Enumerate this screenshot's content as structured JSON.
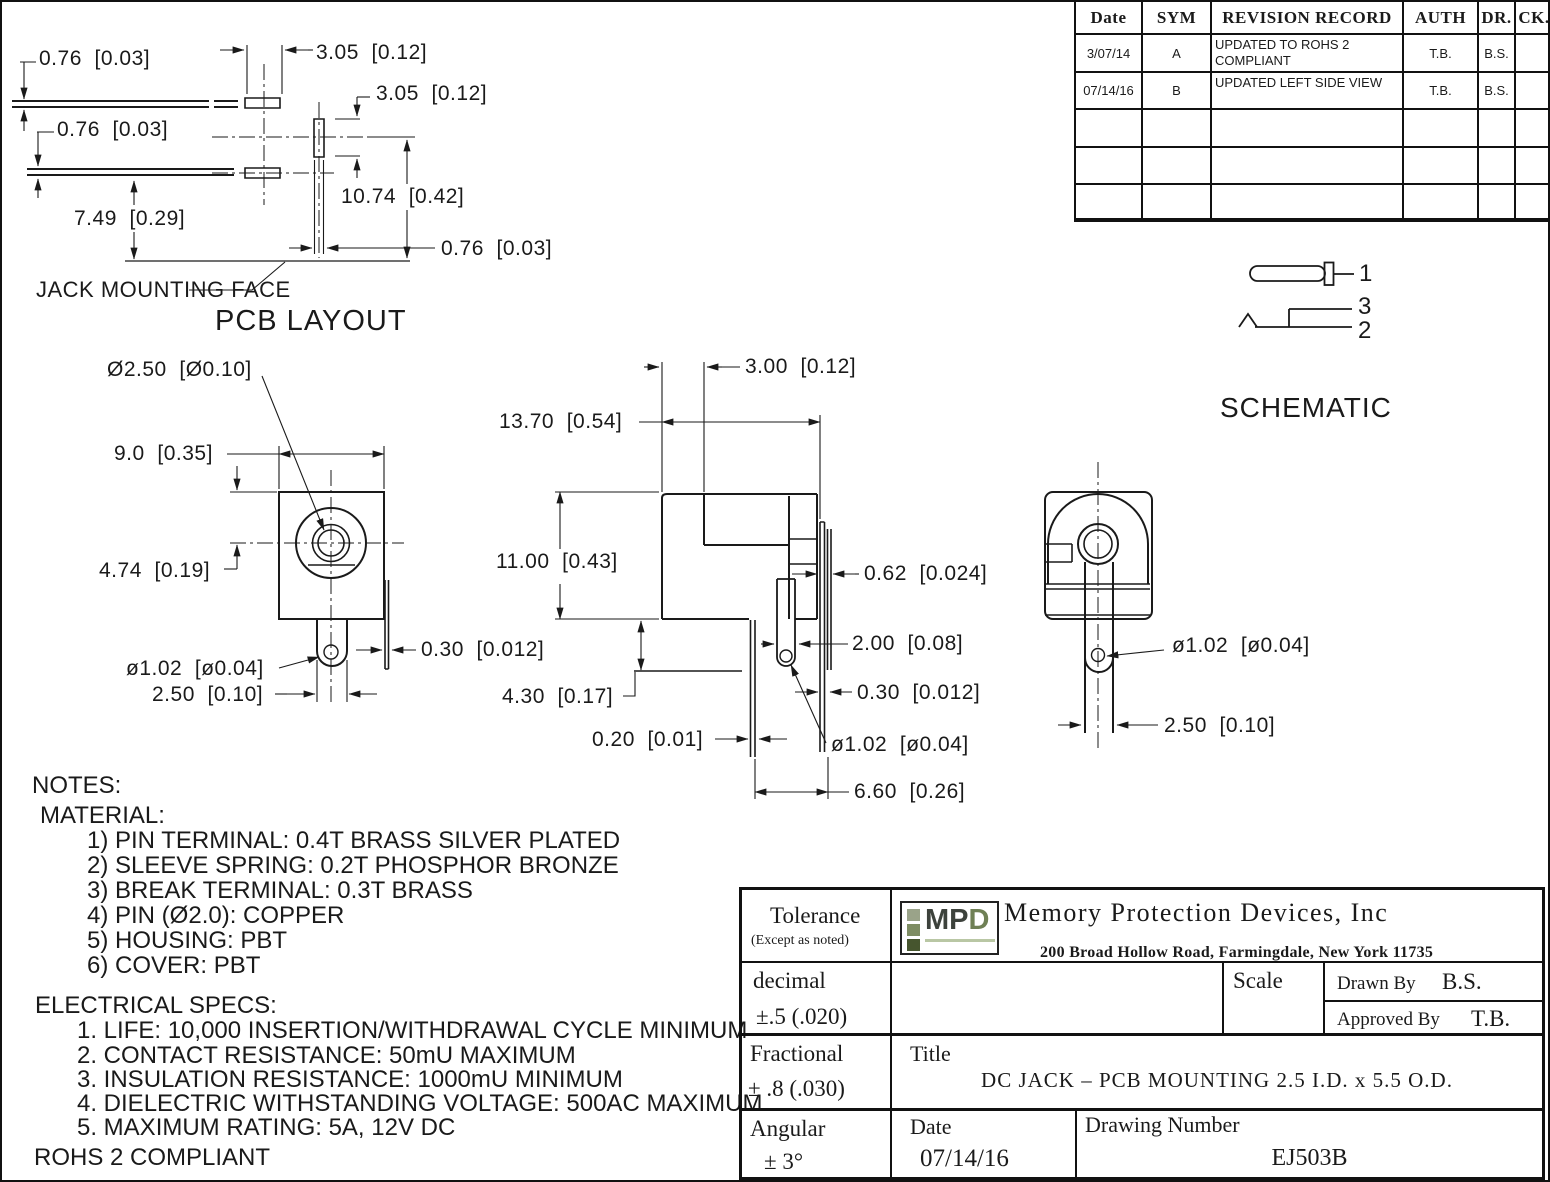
{
  "pcb_layout": {
    "title": "PCB LAYOUT",
    "jack_mounting_face_label": "JACK MOUNTING FACE",
    "dims": {
      "trace_width_top": "0.76  [0.03]",
      "pad_length_top": "3.05  [0.12]",
      "slot_height": "3.05  [0.12]",
      "trace_width_bottom": "0.76  [0.03]",
      "face_to_center": "10.74  [0.42]",
      "face_to_trace": "7.49  [0.29]",
      "slot_width": "0.76  [0.03]"
    }
  },
  "front_view": {
    "dims": {
      "barrel_dia": "Ø2.50  [Ø0.10]",
      "body_width": "9.0  [0.35]",
      "center_height": "4.74  [0.19]",
      "pin_hole_dia": "ø1.02  [ø0.04]",
      "pin_width": "2.50  [0.10]",
      "plate_thickness": "0.30  [0.012]"
    }
  },
  "side_view": {
    "dims": {
      "tab_width": "3.00  [0.12]",
      "overall_depth": "13.70  [0.54]",
      "body_height": "11.00  [0.43]",
      "flange_thickness": "0.62  [0.024]",
      "pin_width": "2.00  [0.08]",
      "terminal_thickness": "0.30  [0.012]",
      "pin_standoff": "4.30  [0.17]",
      "break_terminal_thickness": "0.20  [0.01]",
      "pin_hole_dia": "ø1.02  [ø0.04]",
      "pin_pitch": "6.60  [0.26]"
    }
  },
  "left_view": {
    "dims": {
      "pin_hole_dia": "ø1.02  [ø0.04]",
      "pin_width": "2.50  [0.10]"
    }
  },
  "schematic": {
    "title": "SCHEMATIC",
    "pin1_label": "1",
    "pin2_label": "2",
    "pin3_label": "3"
  },
  "revision_table": {
    "headers": [
      "Date",
      "SYM",
      "REVISION RECORD",
      "AUTH",
      "DR.",
      "CK."
    ],
    "rows": [
      {
        "date": "3/07/14",
        "sym": "A",
        "record": "UPDATED TO ROHS 2 COMPLIANT",
        "auth": "T.B.",
        "dr": "B.S.",
        "ck": ""
      },
      {
        "date": "07/14/16",
        "sym": "B",
        "record": "UPDATED LEFT SIDE VIEW",
        "auth": "T.B.",
        "dr": "B.S.",
        "ck": ""
      }
    ],
    "empty_row_count": 3
  },
  "notes": {
    "heading": "NOTES:",
    "material_heading": "MATERIAL:",
    "material_items": [
      "1) PIN TERMINAL: 0.4T BRASS SILVER PLATED",
      "2) SLEEVE SPRING: 0.2T PHOSPHOR BRONZE",
      "3) BREAK TERMINAL: 0.3T BRASS",
      "4) PIN (Ø2.0): COPPER",
      "5) HOUSING: PBT",
      "6) COVER: PBT"
    ],
    "electrical_heading": "ELECTRICAL SPECS:",
    "electrical_items": [
      "1. LIFE: 10,000 INSERTION/WITHDRAWAL CYCLE MINIMUM",
      "2. CONTACT RESISTANCE: 50mU MAXIMUM",
      "3. INSULATION RESISTANCE: 1000mU MINIMUM",
      "4. DIELECTRIC WITHSTANDING VOLTAGE: 500AC MAXIMUM",
      "5. MAXIMUM RATING: 5A, 12V DC"
    ],
    "rohs": "ROHS 2 COMPLIANT"
  },
  "title_block": {
    "tolerance_label": "Tolerance",
    "tolerance_note": "(Except as noted)",
    "decimal_label": "decimal",
    "decimal_value": "±.5 (.020)",
    "fractional_label": "Fractional",
    "fractional_value": "± .8 (.030)",
    "angular_label": "Angular",
    "angular_value": "± 3°",
    "scale_label": "Scale",
    "drawn_by_label": "Drawn By",
    "drawn_by": "B.S.",
    "approved_by_label": "Approved By",
    "approved_by": "T.B.",
    "title_label": "Title",
    "title": "DC JACK – PCB MOUNTING 2.5 I.D. x 5.5 O.D.",
    "date_label": "Date",
    "date": "07/14/16",
    "drawing_number_label": "Drawing Number",
    "drawing_number": "EJ503B",
    "company": "Memory Protection Devices, Inc",
    "address": "200 Broad Hollow Road, Farmingdale, New York 11735",
    "logo": {
      "mp": "MP",
      "d": "D",
      "colors": {
        "square1": "#9aa389",
        "square2": "#7e8d63",
        "square3": "#46552e",
        "mp_text": "#3d423c",
        "d_text": "#6f8055",
        "underline": "#b9c7a4"
      }
    }
  }
}
